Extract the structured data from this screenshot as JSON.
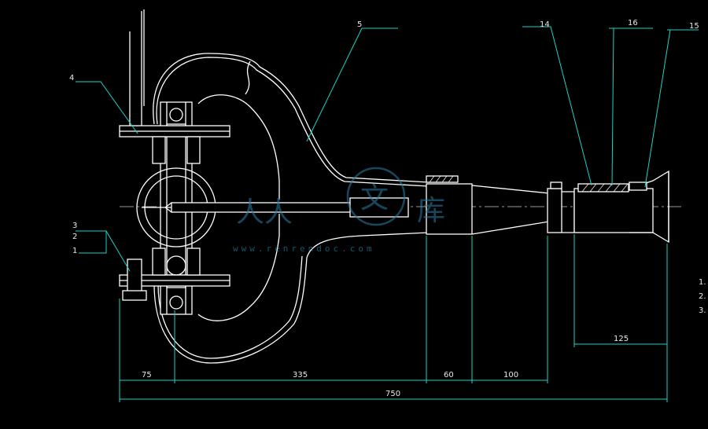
{
  "drawing": {
    "part_labels": {
      "l5": "5",
      "l4": "4",
      "l3": "3",
      "l2": "2",
      "l1": "1",
      "l14": "14",
      "l16": "16",
      "l15": "15",
      "r1": "1.",
      "r2": "2.",
      "r3": "3."
    },
    "dimensions": {
      "d75": "75",
      "d335": "335",
      "d60": "60",
      "d100": "100",
      "d125": "125",
      "d750": "750"
    }
  },
  "watermark": {
    "chars_left": "人人",
    "char_mid": "文",
    "char_right": "库",
    "url": "www.renrendoc.com"
  },
  "colors": {
    "background": "#000000",
    "linework": "#ffffff",
    "leaders": "#17d4c8",
    "watermark": "#2b7fa6"
  }
}
